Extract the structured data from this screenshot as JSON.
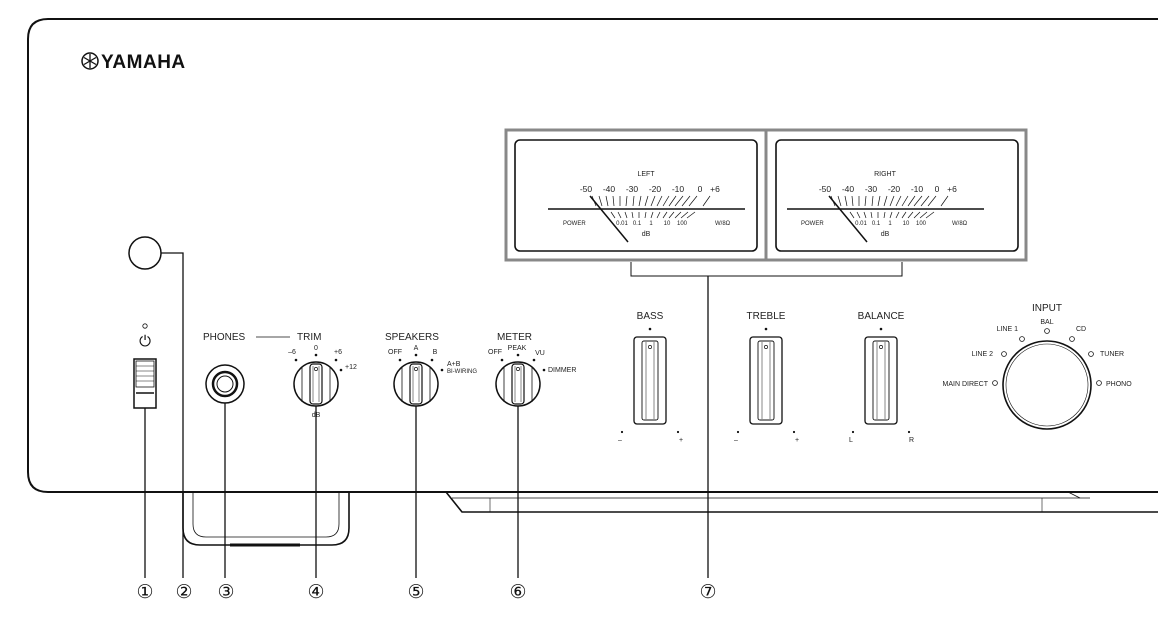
{
  "brand": {
    "name": "YAMAHA"
  },
  "power_symbol": "⏻",
  "phones": {
    "label": "PHONES"
  },
  "trim": {
    "label": "TRIM",
    "ticks": [
      "–6",
      "0",
      "+6",
      "+12"
    ],
    "unit": "dB"
  },
  "speakers": {
    "label": "SPEAKERS",
    "ticks": [
      "OFF",
      "A",
      "B",
      "A+B",
      "BI-WIRING"
    ]
  },
  "meter_selector": {
    "label": "METER",
    "ticks": [
      "OFF",
      "PEAK",
      "VU",
      "DIMMER"
    ]
  },
  "vu_left": {
    "title": "LEFT",
    "db_scale": [
      "-50",
      "-40",
      "-30",
      "-20",
      "-10",
      "0",
      "+6"
    ],
    "power_label": "POWER",
    "power_scale": [
      "0.01",
      "0.1",
      "1",
      "10",
      "100"
    ],
    "power_unit": "W/8Ω",
    "db_unit": "dB"
  },
  "vu_right": {
    "title": "RIGHT",
    "db_scale": [
      "-50",
      "-40",
      "-30",
      "-20",
      "-10",
      "0",
      "+6"
    ],
    "power_label": "POWER",
    "power_scale": [
      "0.01",
      "0.1",
      "1",
      "10",
      "100"
    ],
    "power_unit": "W/8Ω",
    "db_unit": "dB"
  },
  "bass": {
    "label": "BASS",
    "min": "–",
    "max": "+"
  },
  "treble": {
    "label": "TREBLE",
    "min": "–",
    "max": "+"
  },
  "balance": {
    "label": "BALANCE",
    "min": "L",
    "max": "R"
  },
  "input": {
    "label": "INPUT",
    "options": [
      "MAIN DIRECT",
      "LINE 2",
      "LINE 1",
      "BAL",
      "CD",
      "TUNER",
      "PHONO"
    ]
  },
  "callouts": [
    "①",
    "②",
    "③",
    "④",
    "⑤",
    "⑥",
    "⑦"
  ]
}
